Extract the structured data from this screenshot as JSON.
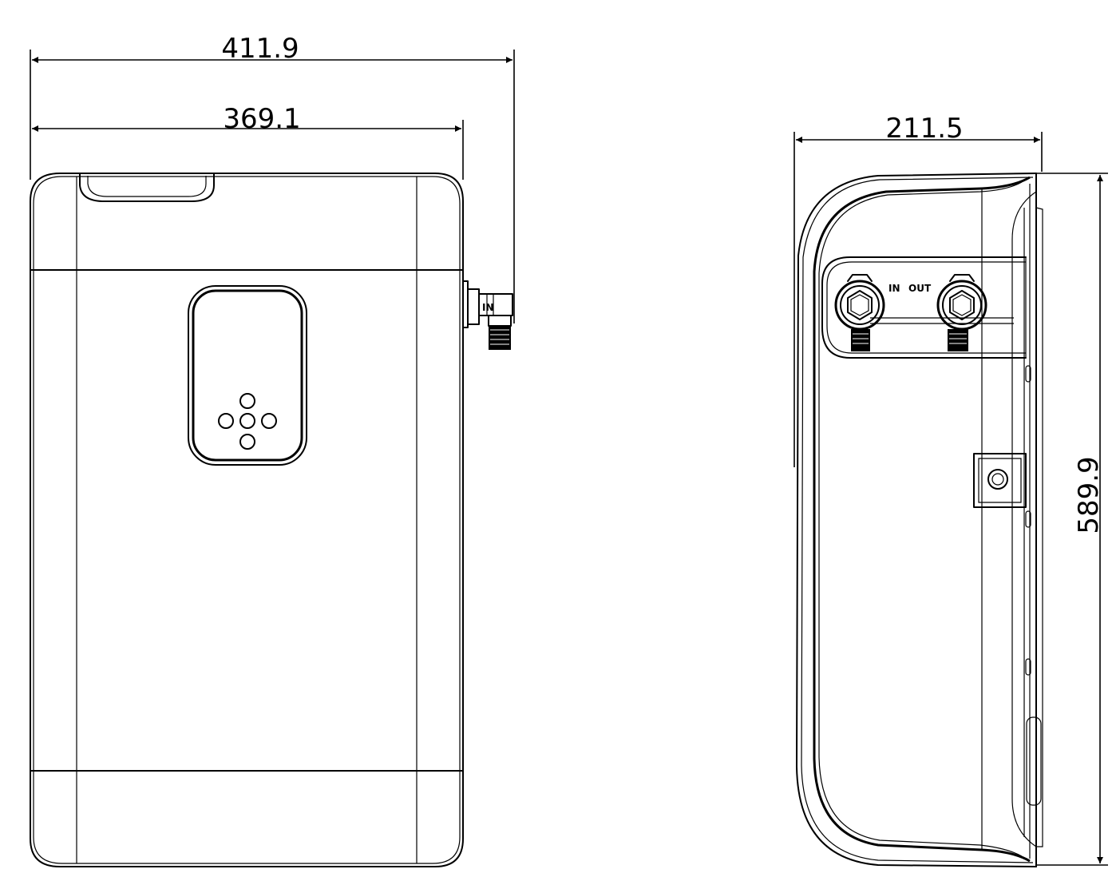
{
  "front_view": {
    "dimensions": {
      "overall_width": "411.9",
      "body_width": "369.1"
    },
    "fitting_label": "IN",
    "keypad_buttons": 5
  },
  "side_view": {
    "dimensions": {
      "depth": "211.5",
      "height": "589.9"
    },
    "port_labels": {
      "inlet": "IN",
      "outlet": "OUT"
    }
  }
}
